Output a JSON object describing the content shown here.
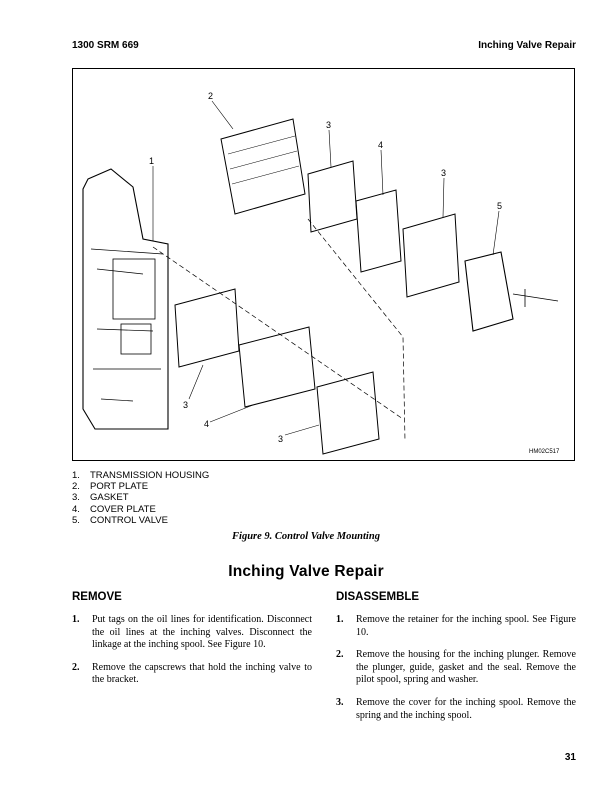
{
  "header": {
    "left": "1300 SRM 669",
    "right": "Inching Valve Repair"
  },
  "figure": {
    "callouts": [
      "1",
      "2",
      "3",
      "4",
      "3",
      "5",
      "3",
      "4",
      "3"
    ],
    "code": "HM02C517",
    "legend": [
      {
        "num": "1.",
        "label": "TRANSMISSION HOUSING"
      },
      {
        "num": "2.",
        "label": "PORT PLATE"
      },
      {
        "num": "3.",
        "label": "GASKET"
      },
      {
        "num": "4.",
        "label": "COVER PLATE"
      },
      {
        "num": "5.",
        "label": "CONTROL VALVE"
      }
    ],
    "caption": "Figure 9.  Control Valve Mounting"
  },
  "section": {
    "title": "Inching Valve Repair",
    "remove": {
      "heading": "REMOVE",
      "steps": [
        {
          "num": "1.",
          "text": "Put tags on the oil lines for identification. Disconnect the oil lines at the inching valves. Disconnect the linkage at the inching spool. See Figure 10."
        },
        {
          "num": "2.",
          "text": "Remove the capscrews that hold the inching valve to the bracket."
        }
      ]
    },
    "disassemble": {
      "heading": "DISASSEMBLE",
      "steps": [
        {
          "num": "1.",
          "text": "Remove the retainer for the inching spool. See Figure 10."
        },
        {
          "num": "2.",
          "text": "Remove the housing for the inching plunger. Remove the plunger, guide, gasket and the seal. Remove the pilot spool, spring and washer."
        },
        {
          "num": "3.",
          "text": "Remove the cover for the inching spool. Remove the spring and the inching spool."
        }
      ]
    }
  },
  "page_number": "31"
}
